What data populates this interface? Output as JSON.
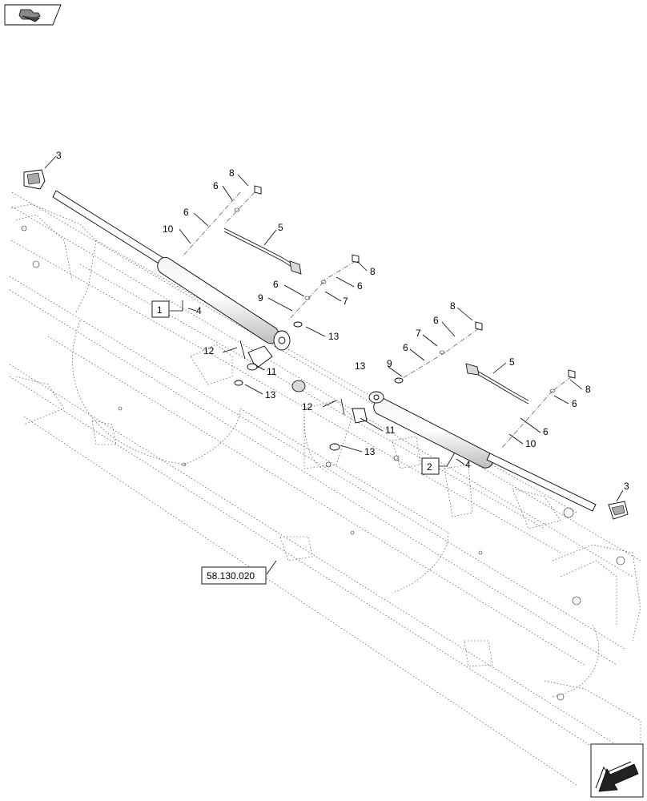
{
  "callouts": {
    "c3a": "3",
    "c8a": "8",
    "c6a": "6",
    "c6b": "6",
    "c10a": "10",
    "c5a": "5",
    "c8b": "8",
    "c6c": "6",
    "c6d": "6",
    "c7a": "7",
    "c9a": "9",
    "c1": "1",
    "c4a": "4",
    "c13a": "13",
    "c12a": "12",
    "c11a": "11",
    "c13b": "13",
    "c8c": "8",
    "c6e": "6",
    "c7b": "7",
    "c5b": "5",
    "c6f": "6",
    "c13c": "13",
    "c9b": "9",
    "c8d": "8",
    "c6g": "6",
    "c12b": "12",
    "c11b": "11",
    "c6h": "6",
    "c10b": "10",
    "c13d": "13",
    "c2": "2",
    "c4b": "4",
    "c3b": "3"
  },
  "reference": {
    "label": "58.130.020"
  },
  "icons": {
    "top_left": "flat-bracket-icon",
    "bottom_right": "next-page-arrow-icon"
  }
}
